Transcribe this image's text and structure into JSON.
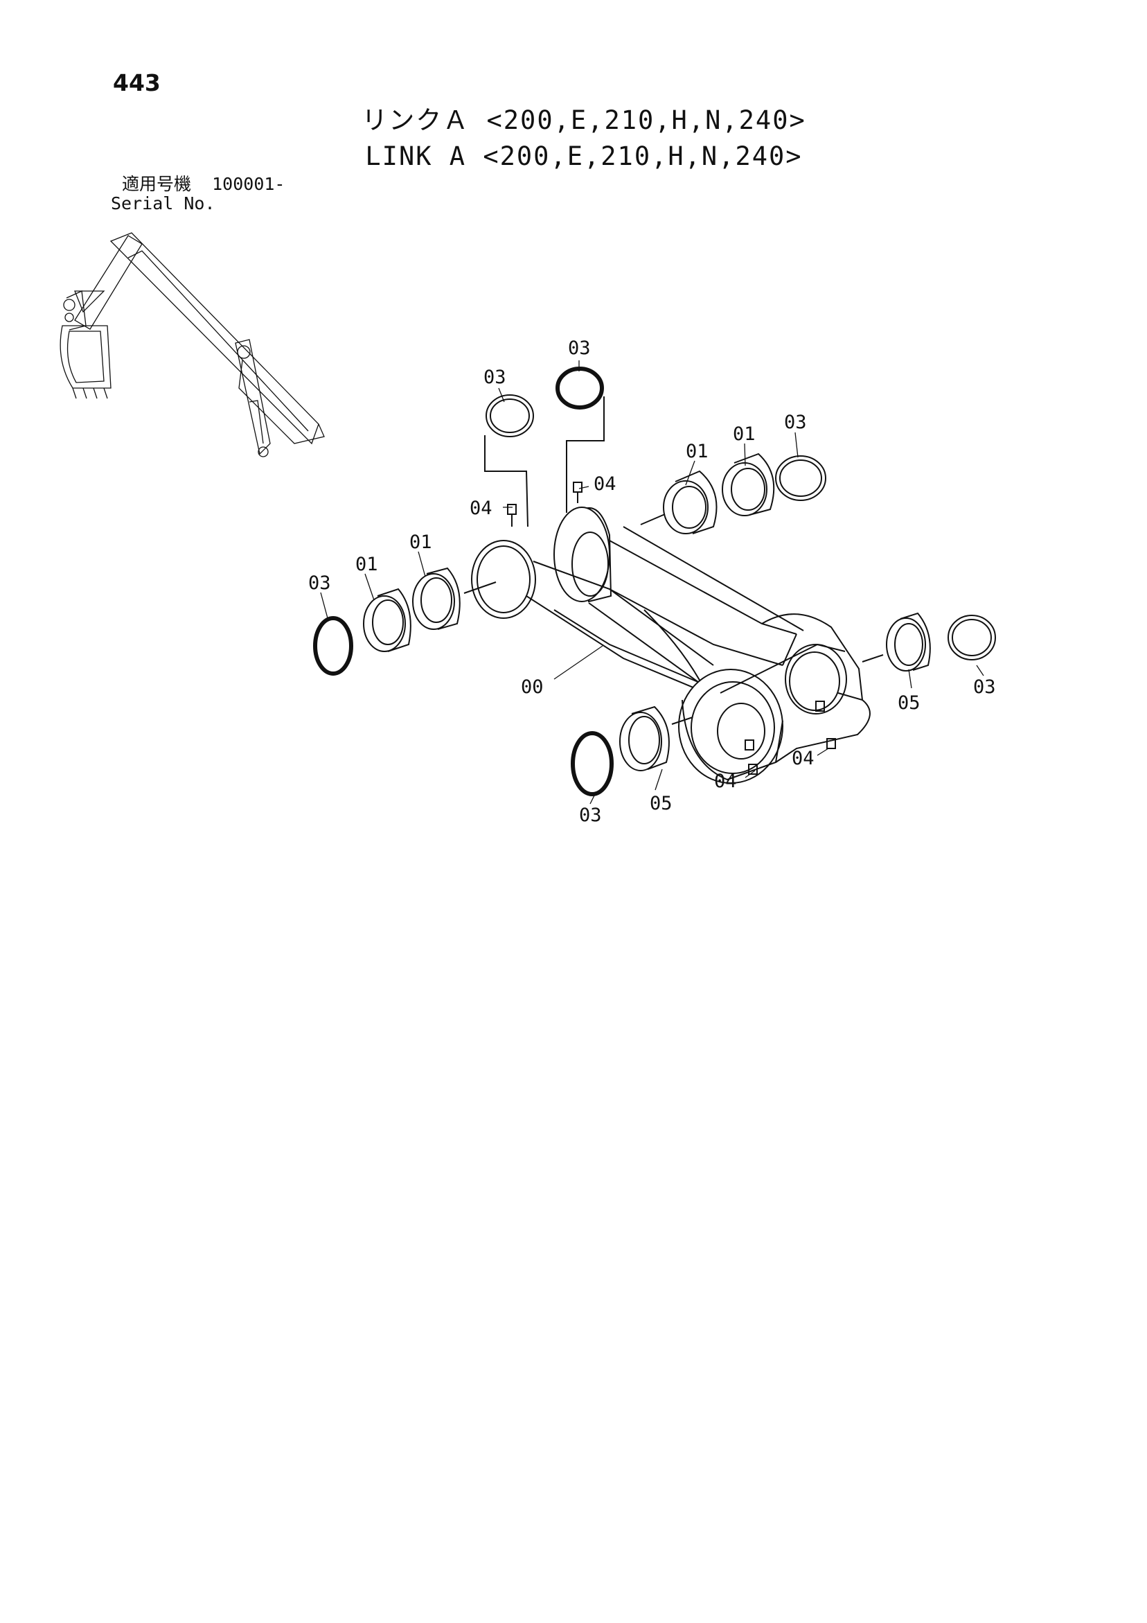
{
  "page_number": "443",
  "title_jp": "リンクＡ <200,E,210,H,N,240>",
  "title_en": "LINK A <200,E,210,H,N,240>",
  "serial": {
    "label_jp": "適用号機",
    "value": "100001-",
    "label_en": "Serial No."
  },
  "callouts": {
    "c03_top_left": "03",
    "c03_top_mid": "03",
    "c03_top_right": "03",
    "c03_left": "03",
    "c03_right": "03",
    "c03_bottom": "03",
    "c01_a": "01",
    "c01_b": "01",
    "c01_c": "01",
    "c01_d": "01",
    "c04_a": "04",
    "c04_b": "04",
    "c04_c": "04",
    "c04_d": "04",
    "c05_right": "05",
    "c05_bottom": "05",
    "c00": "00"
  },
  "icons": {
    "machine": "excavator-arm-icon",
    "link": "link-a-part-icon"
  }
}
